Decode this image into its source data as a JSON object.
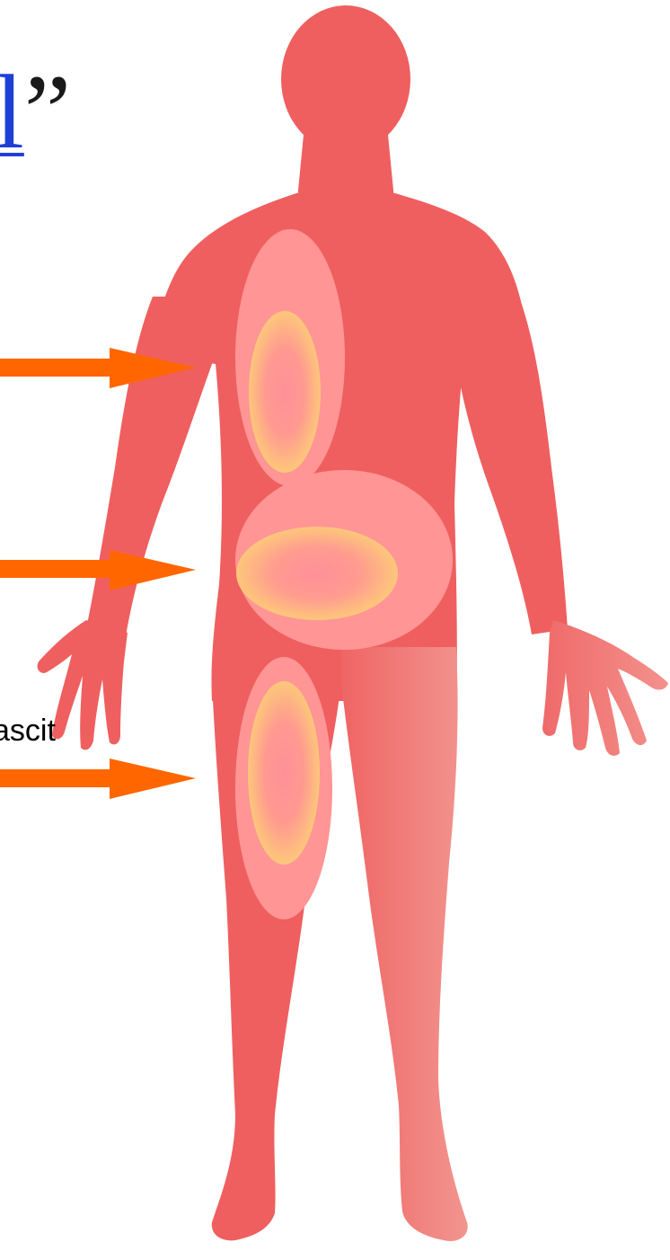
{
  "title_fragment": {
    "bar": "l",
    "quote": "”"
  },
  "side_label": "ascit",
  "colors": {
    "body": "#ef5f5f",
    "body_right_leg": "#f08a86",
    "outer_region": "#ff9595",
    "inner_region_edge": "#fdc67a",
    "inner_region_core": "#ff9494",
    "arrow": "#ff6600",
    "title_bar": "#1f3fd6"
  },
  "regions": [
    "chest",
    "abdomen",
    "thigh"
  ],
  "arrows": [
    "arrow-chest",
    "arrow-abdomen",
    "arrow-thigh"
  ]
}
